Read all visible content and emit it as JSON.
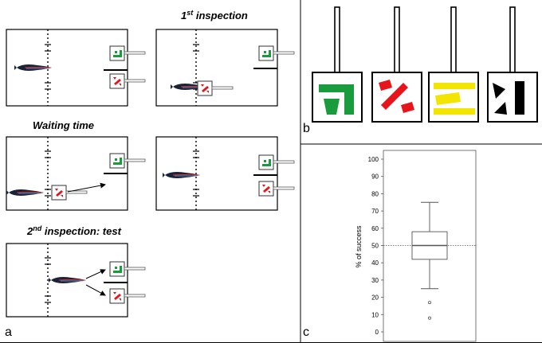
{
  "panel_a": {
    "letter": "a",
    "heading_first_base": "1",
    "heading_first_sup": "st",
    "heading_first_rest": " inspection",
    "heading_waiting": "Waiting time",
    "heading_second_base": "2",
    "heading_second_sup": "nd",
    "heading_second_rest": " inspection: test"
  },
  "panel_b": {
    "letter": "b",
    "symbol_colors": [
      "#1a9c3e",
      "#e8141c",
      "#f2e600",
      "#000000"
    ]
  },
  "panel_c": {
    "letter": "c"
  },
  "chart_data": {
    "type": "boxplot",
    "ylabel": "% of success",
    "ylim": [
      0,
      100
    ],
    "yticks": [
      0,
      10,
      20,
      30,
      40,
      50,
      60,
      70,
      80,
      90,
      100
    ],
    "reference_line": 50,
    "box": {
      "whisker_low": 25,
      "q1": 42,
      "median": 50,
      "q3": 58,
      "whisker_high": 75
    },
    "outliers": [
      17,
      8
    ]
  },
  "colors": {
    "green_symbol": "#1a9c3e",
    "red_symbol": "#e8141c",
    "border": "#000000"
  }
}
